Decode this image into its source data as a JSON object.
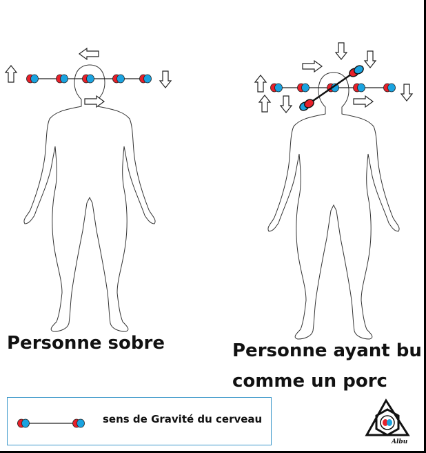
{
  "captions": {
    "sober": "Personne sobre",
    "drunk_line1": "Personne ayant bu",
    "drunk_line2": "comme un porc"
  },
  "legend": {
    "label": "sens de Gravité du cerveau"
  },
  "logo": {
    "label": "Albu"
  },
  "colors": {
    "red": "#e8202a",
    "blue": "#1aa3e0",
    "outline": "#333333",
    "legend_border": "#3a97c9"
  }
}
